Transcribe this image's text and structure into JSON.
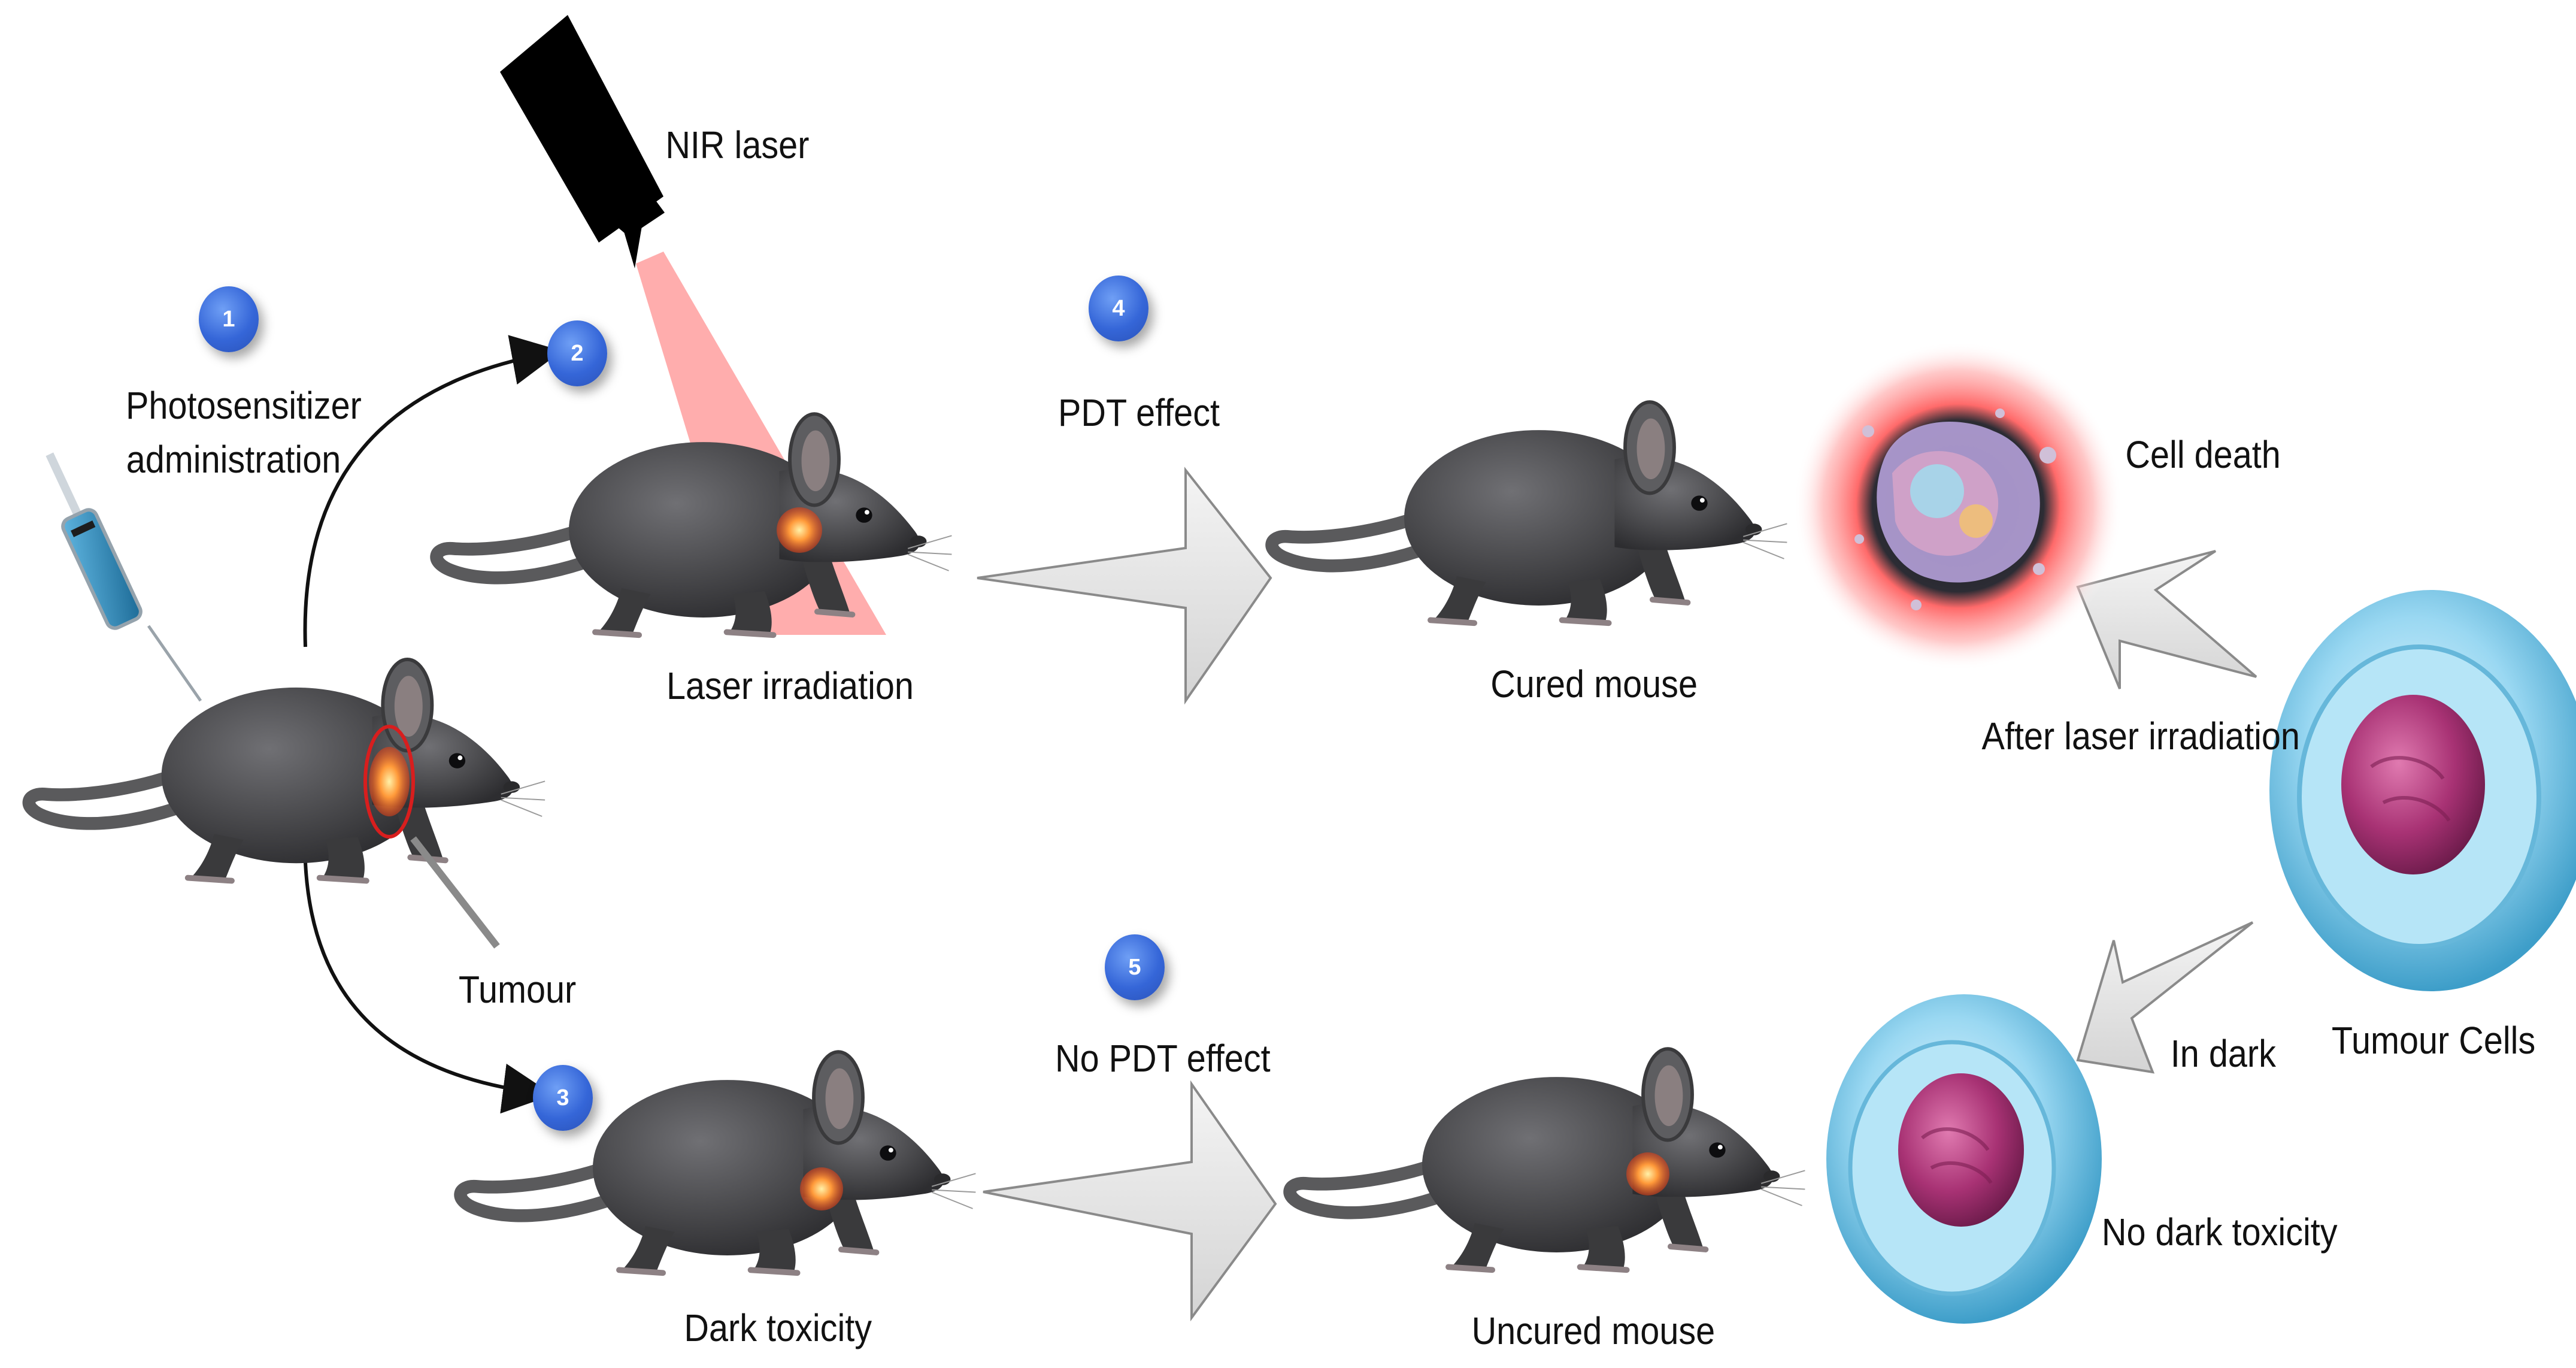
{
  "labels": {
    "nir_laser": "NIR laser",
    "photosensitizer": "Photosensitizer",
    "administration": "administration",
    "laser_irradiation": "Laser irradiation",
    "pdt_effect": "PDT effect",
    "cured_mouse": "Cured mouse",
    "cell_death": "Cell death",
    "after_laser_irradiation": "After laser irradiation",
    "tumour": "Tumour",
    "dark_toxicity": "Dark toxicity",
    "no_pdt_effect": "No PDT effect",
    "uncured_mouse": "Uncured mouse",
    "in_dark": "In dark",
    "tumour_cells": "Tumour Cells",
    "no_dark_toxicity": "No dark toxicity"
  },
  "steps": [
    "1",
    "2",
    "3",
    "4",
    "5"
  ],
  "colors": {
    "badge": "#3566d8",
    "mouse": "#4a4a4c",
    "tumour": "#ff7a2a",
    "laser": "#ff5a5a",
    "arrow_fill": "#e6e6e6",
    "cell_blue": "#8fd3ef",
    "nucleus": "#b03a7c"
  },
  "icons": [
    "syringe-icon",
    "laser-device-icon",
    "mouse-icon",
    "tumour-cell-icon",
    "dead-cell-icon"
  ]
}
